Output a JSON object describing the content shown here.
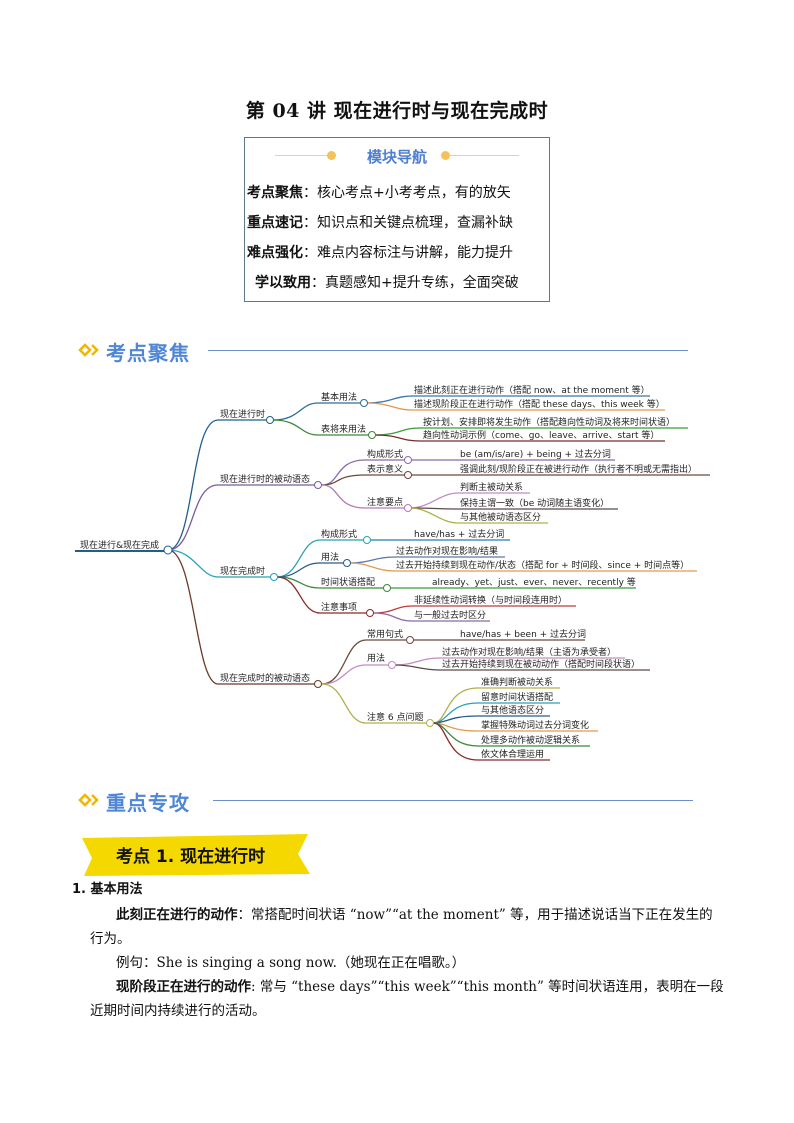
{
  "title": "第 04 讲  现在进行时与现在完成时",
  "nav": {
    "heading": "模块导航",
    "rows": [
      {
        "key": "考点聚焦",
        "value": "核心考点+小考考点，有的放矢"
      },
      {
        "key": "重点速记",
        "value": "知识点和关键点梳理，查漏补缺"
      },
      {
        "key": "难点强化",
        "value": "难点内容标注与讲解，能力提升"
      },
      {
        "key": "学以致用",
        "value": "真题感知+提升专练，全面突破"
      }
    ]
  },
  "sections": {
    "focus": {
      "label": "考点聚焦",
      "icon": "double-chevron-icon"
    },
    "key": {
      "label": "重点专攻",
      "icon": "double-chevron-icon"
    }
  },
  "mindmap": {
    "root": "现在进行&现在完成",
    "branches": [
      {
        "label": "现在进行时",
        "color": "#1f5f8b",
        "children": [
          {
            "label": "基本用法",
            "color": "#2a6e9c",
            "leaves": [
              {
                "text": "描述此刻正在进行动作（搭配 now、at the moment 等）",
                "color": "#3b75a8"
              },
              {
                "text": "描述现阶段正在进行动作（搭配 these days、this week 等）",
                "color": "#e29a4a"
              }
            ]
          },
          {
            "label": "表将来用法",
            "color": "#3a8a3a",
            "leaves": [
              {
                "text": "按计划、安排即将发生动作（搭配趋向性动词及将来时间状语）",
                "color": "#3a9a3a"
              },
              {
                "text": "趋向性动词示例（come、go、leave、arrive、start 等）",
                "color": "#7a2a2a"
              }
            ]
          }
        ]
      },
      {
        "label": "现在进行时的被动语态",
        "color": "#7a5a9a",
        "children": [
          {
            "label": "构成形式",
            "color": "#8a6aa8",
            "leaves": [
              {
                "text": "be (am/is/are) + being + 过去分词",
                "color": "#8a6aa8"
              }
            ]
          },
          {
            "label": "表示意义",
            "color": "#6a4a3a",
            "leaves": [
              {
                "text": "强调此刻/现阶段正在被进行动作（执行者不明或无需指出）",
                "color": "#6a4a3a"
              }
            ]
          },
          {
            "label": "注意要点",
            "color": "#b47ab4",
            "leaves": [
              {
                "text": "判断主被动关系",
                "color": "#c48ac4"
              },
              {
                "text": "保持主谓一致（be 动词随主语变化）",
                "color": "#5a4a4a"
              },
              {
                "text": "与其他被动语态区分",
                "color": "#b0b04a"
              }
            ]
          }
        ]
      },
      {
        "label": "现在完成时",
        "color": "#2aa0b8",
        "children": [
          {
            "label": "构成形式",
            "color": "#2aa0b8",
            "leaves": [
              {
                "text": "have/has + 过去分词",
                "color": "#2a7ab0"
              }
            ]
          },
          {
            "label": "用法",
            "color": "#2a5a8a",
            "leaves": [
              {
                "text": "过去动作对现在影响/结果",
                "color": "#5a7aa8"
              },
              {
                "text": "过去开始持续到现在动作/状态（搭配 for + 时间段、since + 时间点等）",
                "color": "#e29a4a"
              }
            ]
          },
          {
            "label": "时间状语搭配",
            "color": "#3a8a3a",
            "leaves": [
              {
                "text": "already、yet、just、ever、never、recently 等",
                "color": "#3a9a3a"
              }
            ]
          },
          {
            "label": "注意事项",
            "color": "#8a2a2a",
            "leaves": [
              {
                "text": "非延续性动词转换（与时间段连用时）",
                "color": "#c03a3a"
              },
              {
                "text": "与一般过去时区分",
                "color": "#8a6aa8"
              }
            ]
          }
        ]
      },
      {
        "label": "现在完成时的被动语态",
        "color": "#6a3a2a",
        "children": [
          {
            "label": "常用句式",
            "color": "#6a4a3a",
            "leaves": [
              {
                "text": "have/has + been + 过去分词",
                "color": "#6a4a3a"
              }
            ]
          },
          {
            "label": "用法",
            "color": "#c48ac4",
            "leaves": [
              {
                "text": "过去动作对现在影响/结果（主语为承受者）",
                "color": "#c48ac4"
              },
              {
                "text": "过去开始持续到现在被动动作（搭配时间段状语）",
                "color": "#5a4a4a"
              }
            ]
          },
          {
            "label": "注意 6 点问题",
            "color": "#b0b04a",
            "leaves": [
              {
                "text": "准确判断被动关系",
                "color": "#b0b04a"
              },
              {
                "text": "留意时间状语搭配",
                "color": "#2aa0b8"
              },
              {
                "text": "与其他语态区分",
                "color": "#2a5a8a"
              },
              {
                "text": "掌握特殊动词过去分词变化",
                "color": "#e29a4a"
              },
              {
                "text": "处理多动作被动逻辑关系",
                "color": "#3a8a3a"
              },
              {
                "text": "依文体合理运用",
                "color": "#8a2a2a"
              }
            ]
          }
        ]
      }
    ]
  },
  "topic": {
    "banner": "考点 1. 现在进行时",
    "subheading": "1. 基本用法",
    "paragraphs": [
      {
        "bold": "此刻正在进行的动作",
        "text": "：常搭配时间状语 “now”“at the moment” 等，用于描述说话当下正在发生的行为。"
      },
      {
        "bold": "",
        "text": "例句：She is singing a song now.（她现在正在唱歌。）"
      },
      {
        "bold": "现阶段正在进行的动作",
        "text": ": 常与 “these days”“this week”“this month” 等时间状语连用，表明在一段近期时间内持续进行的活动。"
      }
    ]
  },
  "colors": {
    "accent_blue": "#4f86d6",
    "accent_yellow": "#f5d800",
    "icon_yellow": "#f2b705"
  }
}
